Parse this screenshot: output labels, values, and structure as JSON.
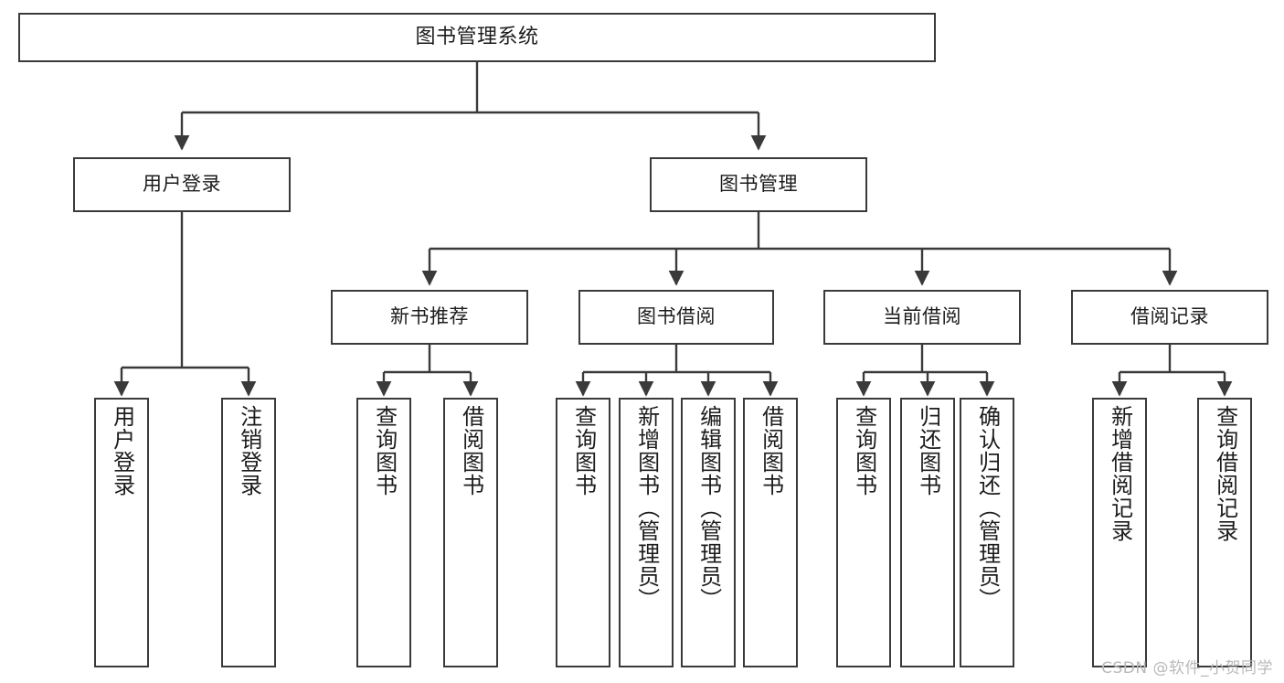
{
  "diagram": {
    "title": "图书管理系统",
    "type": "tree-hierarchy-diagram",
    "colors": {
      "box_border": "#3a3a3a",
      "box_fill": "#ffffff",
      "connector": "#3a3a3a",
      "text": "#1c1c1c",
      "watermark": "#b9b9b9",
      "background": "#ffffff"
    },
    "levels": {
      "level0": [
        {
          "id": "root",
          "label": "图书管理系统",
          "orientation": "horizontal"
        }
      ],
      "level1": [
        {
          "id": "user_login",
          "label": "用户登录",
          "orientation": "horizontal"
        },
        {
          "id": "book_manage",
          "label": "图书管理",
          "orientation": "horizontal"
        }
      ],
      "level2": [
        {
          "id": "new_book_rec",
          "label": "新书推荐",
          "orientation": "horizontal"
        },
        {
          "id": "book_borrow",
          "label": "图书借阅",
          "orientation": "horizontal"
        },
        {
          "id": "current_borrow",
          "label": "当前借阅",
          "orientation": "horizontal"
        },
        {
          "id": "borrow_record",
          "label": "借阅记录",
          "orientation": "horizontal"
        }
      ],
      "level3": [
        {
          "id": "leaf_user_login",
          "label": "用户登录",
          "parent": "user_login",
          "orientation": "vertical"
        },
        {
          "id": "leaf_user_logout",
          "label": "注销登录",
          "parent": "user_login",
          "orientation": "vertical"
        },
        {
          "id": "leaf_query_book_1",
          "label": "查询图书",
          "parent": "new_book_rec",
          "orientation": "vertical"
        },
        {
          "id": "leaf_borrow_book_1",
          "label": "借阅图书",
          "parent": "new_book_rec",
          "orientation": "vertical"
        },
        {
          "id": "leaf_query_book_2",
          "label": "查询图书",
          "parent": "book_borrow",
          "orientation": "vertical"
        },
        {
          "id": "leaf_add_book",
          "label": "新增图书（管理员）",
          "parent": "book_borrow",
          "orientation": "vertical"
        },
        {
          "id": "leaf_edit_book",
          "label": "编辑图书（管理员）",
          "parent": "book_borrow",
          "orientation": "vertical"
        },
        {
          "id": "leaf_borrow_book_2",
          "label": "借阅图书",
          "parent": "book_borrow",
          "orientation": "vertical"
        },
        {
          "id": "leaf_query_book_3",
          "label": "查询图书",
          "parent": "current_borrow",
          "orientation": "vertical"
        },
        {
          "id": "leaf_return_book",
          "label": "归还图书",
          "parent": "current_borrow",
          "orientation": "vertical"
        },
        {
          "id": "leaf_confirm_return",
          "label": "确认归还（管理员）",
          "parent": "current_borrow",
          "orientation": "vertical"
        },
        {
          "id": "leaf_add_record",
          "label": "新增借阅记录",
          "parent": "borrow_record",
          "orientation": "vertical"
        },
        {
          "id": "leaf_query_record",
          "label": "查询借阅记录",
          "parent": "borrow_record",
          "orientation": "vertical"
        }
      ]
    },
    "watermark": "CSDN @软件_小贺同学"
  }
}
